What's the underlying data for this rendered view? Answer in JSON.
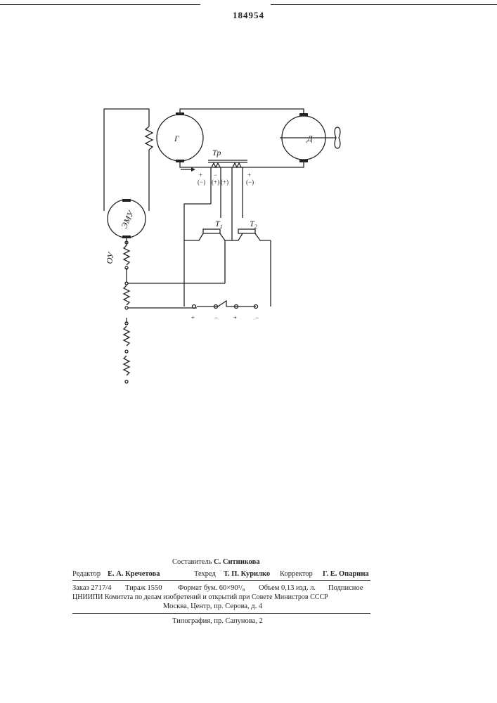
{
  "header": {
    "patent_number": "184954"
  },
  "diagram": {
    "labels": {
      "generator": "Г",
      "motor": "Д",
      "emu": "ЭМУ",
      "ou": "ОУ",
      "transformer": "Тр",
      "t1": "Т",
      "t1_sub": "1",
      "t2": "Т",
      "t2_sub": "2",
      "plus": "+",
      "minus": "−",
      "paren_minus": "(−)",
      "paren_plus": "(+)"
    }
  },
  "imprint": {
    "compiler_label": "Составитель",
    "compiler_name": "С. Ситникова",
    "editor_label": "Редактор",
    "editor_name": "Е. А. Кречетова",
    "techred_label": "Техред",
    "techred_name": "Т. П. Курилко",
    "corrector_label": "Корректор",
    "corrector_name": "Г. Е. Опарина",
    "order": "Заказ 2717/4",
    "print_run": "Тираж 1550",
    "format": "Формат бум. 60×90¹/₈",
    "volume": "Объем 0,13 изд. л.",
    "subscription": "Подписное",
    "institute_line": "ЦНИИПИ Комитета по делам изобретений и открытий при Совете Министров СССР",
    "address_line": "Москва, Центр, пр. Серова, д. 4",
    "printing_house": "Типография, пр. Сапунова, 2"
  }
}
